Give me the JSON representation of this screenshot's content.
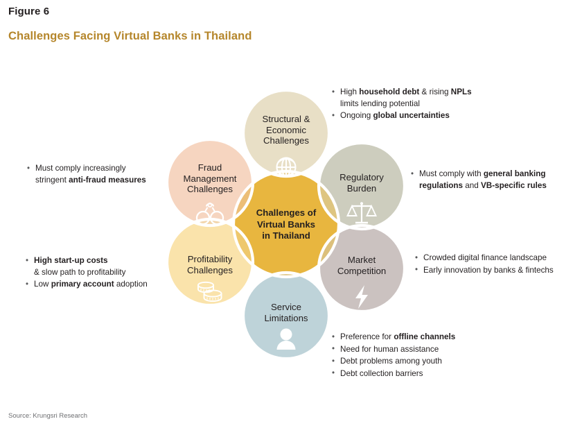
{
  "figure": {
    "label": "Figure 6",
    "title": "Challenges Facing Virtual Banks in Thailand",
    "source": "Source: Krungsri Research"
  },
  "colors": {
    "title_gold": "#b5862b",
    "center_gold": "#e8b63f",
    "structural": "#e8dfc6",
    "regulatory": "#cdcdbe",
    "market": "#cbc2c0",
    "service": "#bed3d9",
    "profitability": "#fae3ab",
    "fraud": "#f6d5c0",
    "text": "#231f20"
  },
  "center": {
    "line1": "Challenges of",
    "line2": "Virtual Banks",
    "line3": "in Thailand"
  },
  "petals": [
    {
      "id": "structural",
      "label_lines": [
        "Structural &",
        "Economic",
        "Challenges"
      ],
      "icon": "globe-icon",
      "color": "#e8dfc6"
    },
    {
      "id": "regulatory",
      "label_lines": [
        "Regulatory",
        "Burden"
      ],
      "icon": "scales-icon",
      "color": "#cdcdbe"
    },
    {
      "id": "market-competition",
      "label_lines": [
        "Market",
        "Competition"
      ],
      "icon": "lightning-bolt-icon",
      "color": "#cbc2c0"
    },
    {
      "id": "service-limitations",
      "label_lines": [
        "Service",
        "Limitations"
      ],
      "icon": "person-icon",
      "color": "#bed3d9"
    },
    {
      "id": "profitability",
      "label_lines": [
        "Profitability",
        "Challenges"
      ],
      "icon": "coins-icon",
      "color": "#fae3ab"
    },
    {
      "id": "fraud-management",
      "label_lines": [
        "Fraud",
        "Management",
        "Challenges"
      ],
      "icon": "handcuffs-icon",
      "color": "#f6d5c0"
    }
  ],
  "callouts": {
    "structural": [
      {
        "html": "High <b>household debt</b> &amp; rising <b>NPLs</b><span class=\"cont\">limits lending potential</span>"
      },
      {
        "html": "Ongoing <b>global uncertainties</b>"
      }
    ],
    "regulatory": [
      {
        "html": "Must comply with <b>general banking<br>regulations</b> and <b>VB-specific rules</b>"
      }
    ],
    "market": [
      {
        "html": "Crowded digital finance landscape"
      },
      {
        "html": "Early innovation by banks &amp; fintechs"
      }
    ],
    "service": [
      {
        "html": "Preference for <b>offline channels</b>"
      },
      {
        "html": "Need for human assistance"
      },
      {
        "html": "Debt problems among youth"
      },
      {
        "html": "Debt collection barriers"
      }
    ],
    "fraud": [
      {
        "html": "Must comply increasingly<span class=\"cont\">stringent <b>anti-fraud measures</b></span>"
      }
    ],
    "profitability": [
      {
        "html": "<b>High start-up costs</b><span class=\"cont\">&amp; slow path to profitability</span>"
      },
      {
        "html": "Low <b>primary account</b> adoption"
      }
    ]
  }
}
